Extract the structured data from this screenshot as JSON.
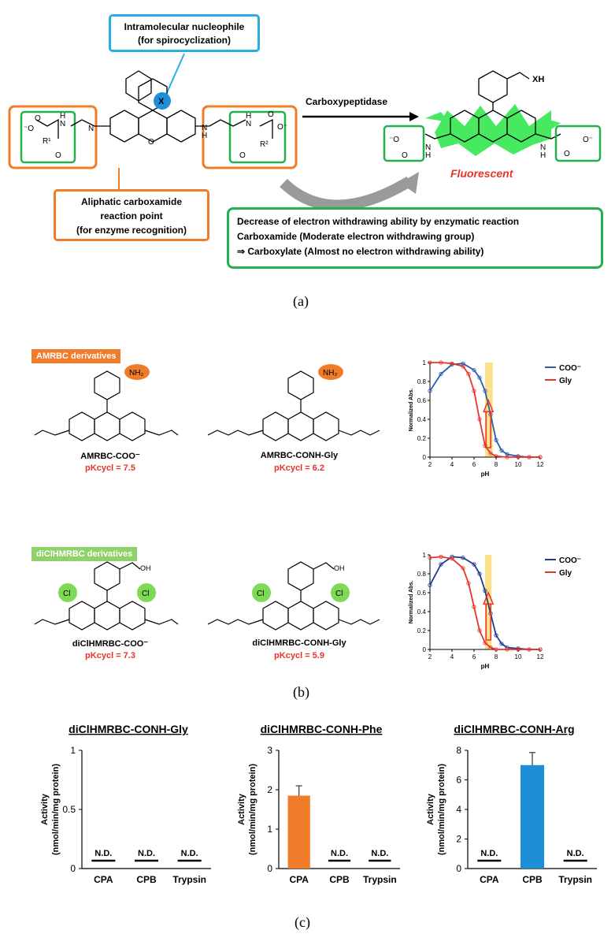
{
  "panel_a": {
    "label": "(a)",
    "nucleophile_box": [
      "Intramolecular nucleophile",
      "(for spirocyclization)"
    ],
    "enzyme_label": "Carboxypeptidase",
    "fluorescent_label": "Fluorescent",
    "carboxamide_box": [
      "Aliphatic carboxamide",
      "reaction point",
      "(for enzyme recognition)"
    ],
    "mechanism_box": [
      "Decrease of electron withdrawing ability by enzymatic reaction",
      "Carboxamide (Moderate electron withdrawing group)",
      "⇒  Carboxylate (Almost no electron withdrawing ability)"
    ],
    "colors": {
      "nucleophile": "#29aee3",
      "carboxamide": "#f07c2a",
      "carboxylate": "#22b14c",
      "fluorescent": "#e8332a",
      "glow": "#3ee858"
    }
  },
  "panel_b": {
    "label": "(b)",
    "amrbc_tag": "AMRBC derivatives",
    "diclhmrbc_tag": "diClHMRBC derivatives",
    "molecules": [
      {
        "name": "AMRBC-COO⁻",
        "pk": "pKcycl = 7.5"
      },
      {
        "name": "AMRBC-CONH-Gly",
        "pk": "pKcycl = 6.2"
      },
      {
        "name": "diClHMRBC-COO⁻",
        "pk": "pKcycl = 7.3"
      },
      {
        "name": "diClHMRBC-CONH-Gly",
        "pk": "pKcycl = 5.9"
      }
    ],
    "colors": {
      "amrbc_tag": "#f07c2a",
      "diclhmrbc_tag": "#8fd16a",
      "cl_circle": "#7ed957",
      "nh2_ellipse": "#f07c2a"
    }
  },
  "chart_data": [
    {
      "type": "line",
      "xlabel": "pH",
      "ylabel": "Normalized Abs.",
      "xlim": [
        2,
        12
      ],
      "ylim": [
        0,
        1
      ],
      "xticks": [
        2,
        4,
        6,
        8,
        10,
        12
      ],
      "yticks": [
        0,
        0.2,
        0.4,
        0.6,
        0.8,
        1
      ],
      "series": [
        {
          "name": "COO⁻",
          "color": "#2a5db0",
          "x": [
            2,
            3,
            4,
            5,
            6,
            6.5,
            7,
            7.5,
            8,
            8.5,
            9,
            10,
            11,
            12
          ],
          "y": [
            0.7,
            0.88,
            0.98,
            0.99,
            0.92,
            0.84,
            0.7,
            0.45,
            0.18,
            0.07,
            0.03,
            0.01,
            0.0,
            0.0
          ]
        },
        {
          "name": "Gly",
          "color": "#e8332a",
          "x": [
            2,
            3,
            4,
            5,
            5.5,
            6,
            6.5,
            7,
            7.5,
            8,
            9,
            10,
            11,
            12
          ],
          "y": [
            1.0,
            1.0,
            0.99,
            0.96,
            0.88,
            0.7,
            0.4,
            0.12,
            0.04,
            0.01,
            0.0,
            0.0,
            0.0,
            0.0
          ]
        }
      ]
    },
    {
      "type": "line",
      "xlabel": "pH",
      "ylabel": "Normalized Abs.",
      "xlim": [
        2,
        12
      ],
      "ylim": [
        0,
        1
      ],
      "xticks": [
        2,
        4,
        6,
        8,
        10,
        12
      ],
      "yticks": [
        0,
        0.2,
        0.4,
        0.6,
        0.8,
        1
      ],
      "series": [
        {
          "name": "COO⁻",
          "color": "#1f3a93",
          "x": [
            2,
            3,
            4,
            5,
            6,
            6.5,
            7,
            7.5,
            8,
            8.5,
            9,
            10,
            11,
            12
          ],
          "y": [
            0.68,
            0.9,
            0.98,
            0.97,
            0.9,
            0.8,
            0.62,
            0.38,
            0.15,
            0.06,
            0.02,
            0.01,
            0.0,
            0.0
          ]
        },
        {
          "name": "Gly",
          "color": "#e8332a",
          "x": [
            2,
            3,
            4,
            5,
            5.5,
            6,
            6.5,
            7,
            7.5,
            8,
            9,
            10,
            11,
            12
          ],
          "y": [
            0.97,
            0.98,
            0.96,
            0.86,
            0.7,
            0.45,
            0.2,
            0.07,
            0.02,
            0.0,
            0.0,
            0.0,
            0.0,
            0.0
          ]
        }
      ]
    },
    {
      "type": "bar",
      "title": "diClHMRBC-CONH-Gly",
      "ylabel": "Activity\n(nmol/min/mg protein)",
      "categories": [
        "CPA",
        "CPB",
        "Trypsin"
      ],
      "values": [
        null,
        null,
        null
      ],
      "labels": [
        "N.D.",
        "N.D.",
        "N.D."
      ],
      "ylim": [
        0,
        1
      ],
      "yticks": [
        "0",
        "0.5",
        "1"
      ]
    },
    {
      "type": "bar",
      "title": "diClHMRBC-CONH-Phe",
      "ylabel": "Activity\n(nmol/min/mg protein)",
      "categories": [
        "CPA",
        "CPB",
        "Trypsin"
      ],
      "values": [
        1.85,
        null,
        null
      ],
      "errors": [
        0.25,
        null,
        null
      ],
      "labels": [
        "",
        "N.D.",
        "N.D."
      ],
      "colors": [
        "#f07c2a",
        "",
        ""
      ],
      "ylim": [
        0,
        3
      ],
      "yticks": [
        "0",
        "1",
        "2",
        "3"
      ]
    },
    {
      "type": "bar",
      "title": "diClHMRBC-CONH-Arg",
      "ylabel": "Activity\n(nmol/min/mg protein)",
      "categories": [
        "CPA",
        "CPB",
        "Trypsin"
      ],
      "values": [
        null,
        7.0,
        null
      ],
      "errors": [
        null,
        0.85,
        null
      ],
      "labels": [
        "N.D.",
        "",
        "N.D."
      ],
      "colors": [
        "",
        "#1c8fd6",
        ""
      ],
      "ylim": [
        0,
        8
      ],
      "yticks": [
        "0",
        "2",
        "4",
        "6",
        "8"
      ]
    }
  ],
  "panel_c": {
    "label": "(c)"
  }
}
